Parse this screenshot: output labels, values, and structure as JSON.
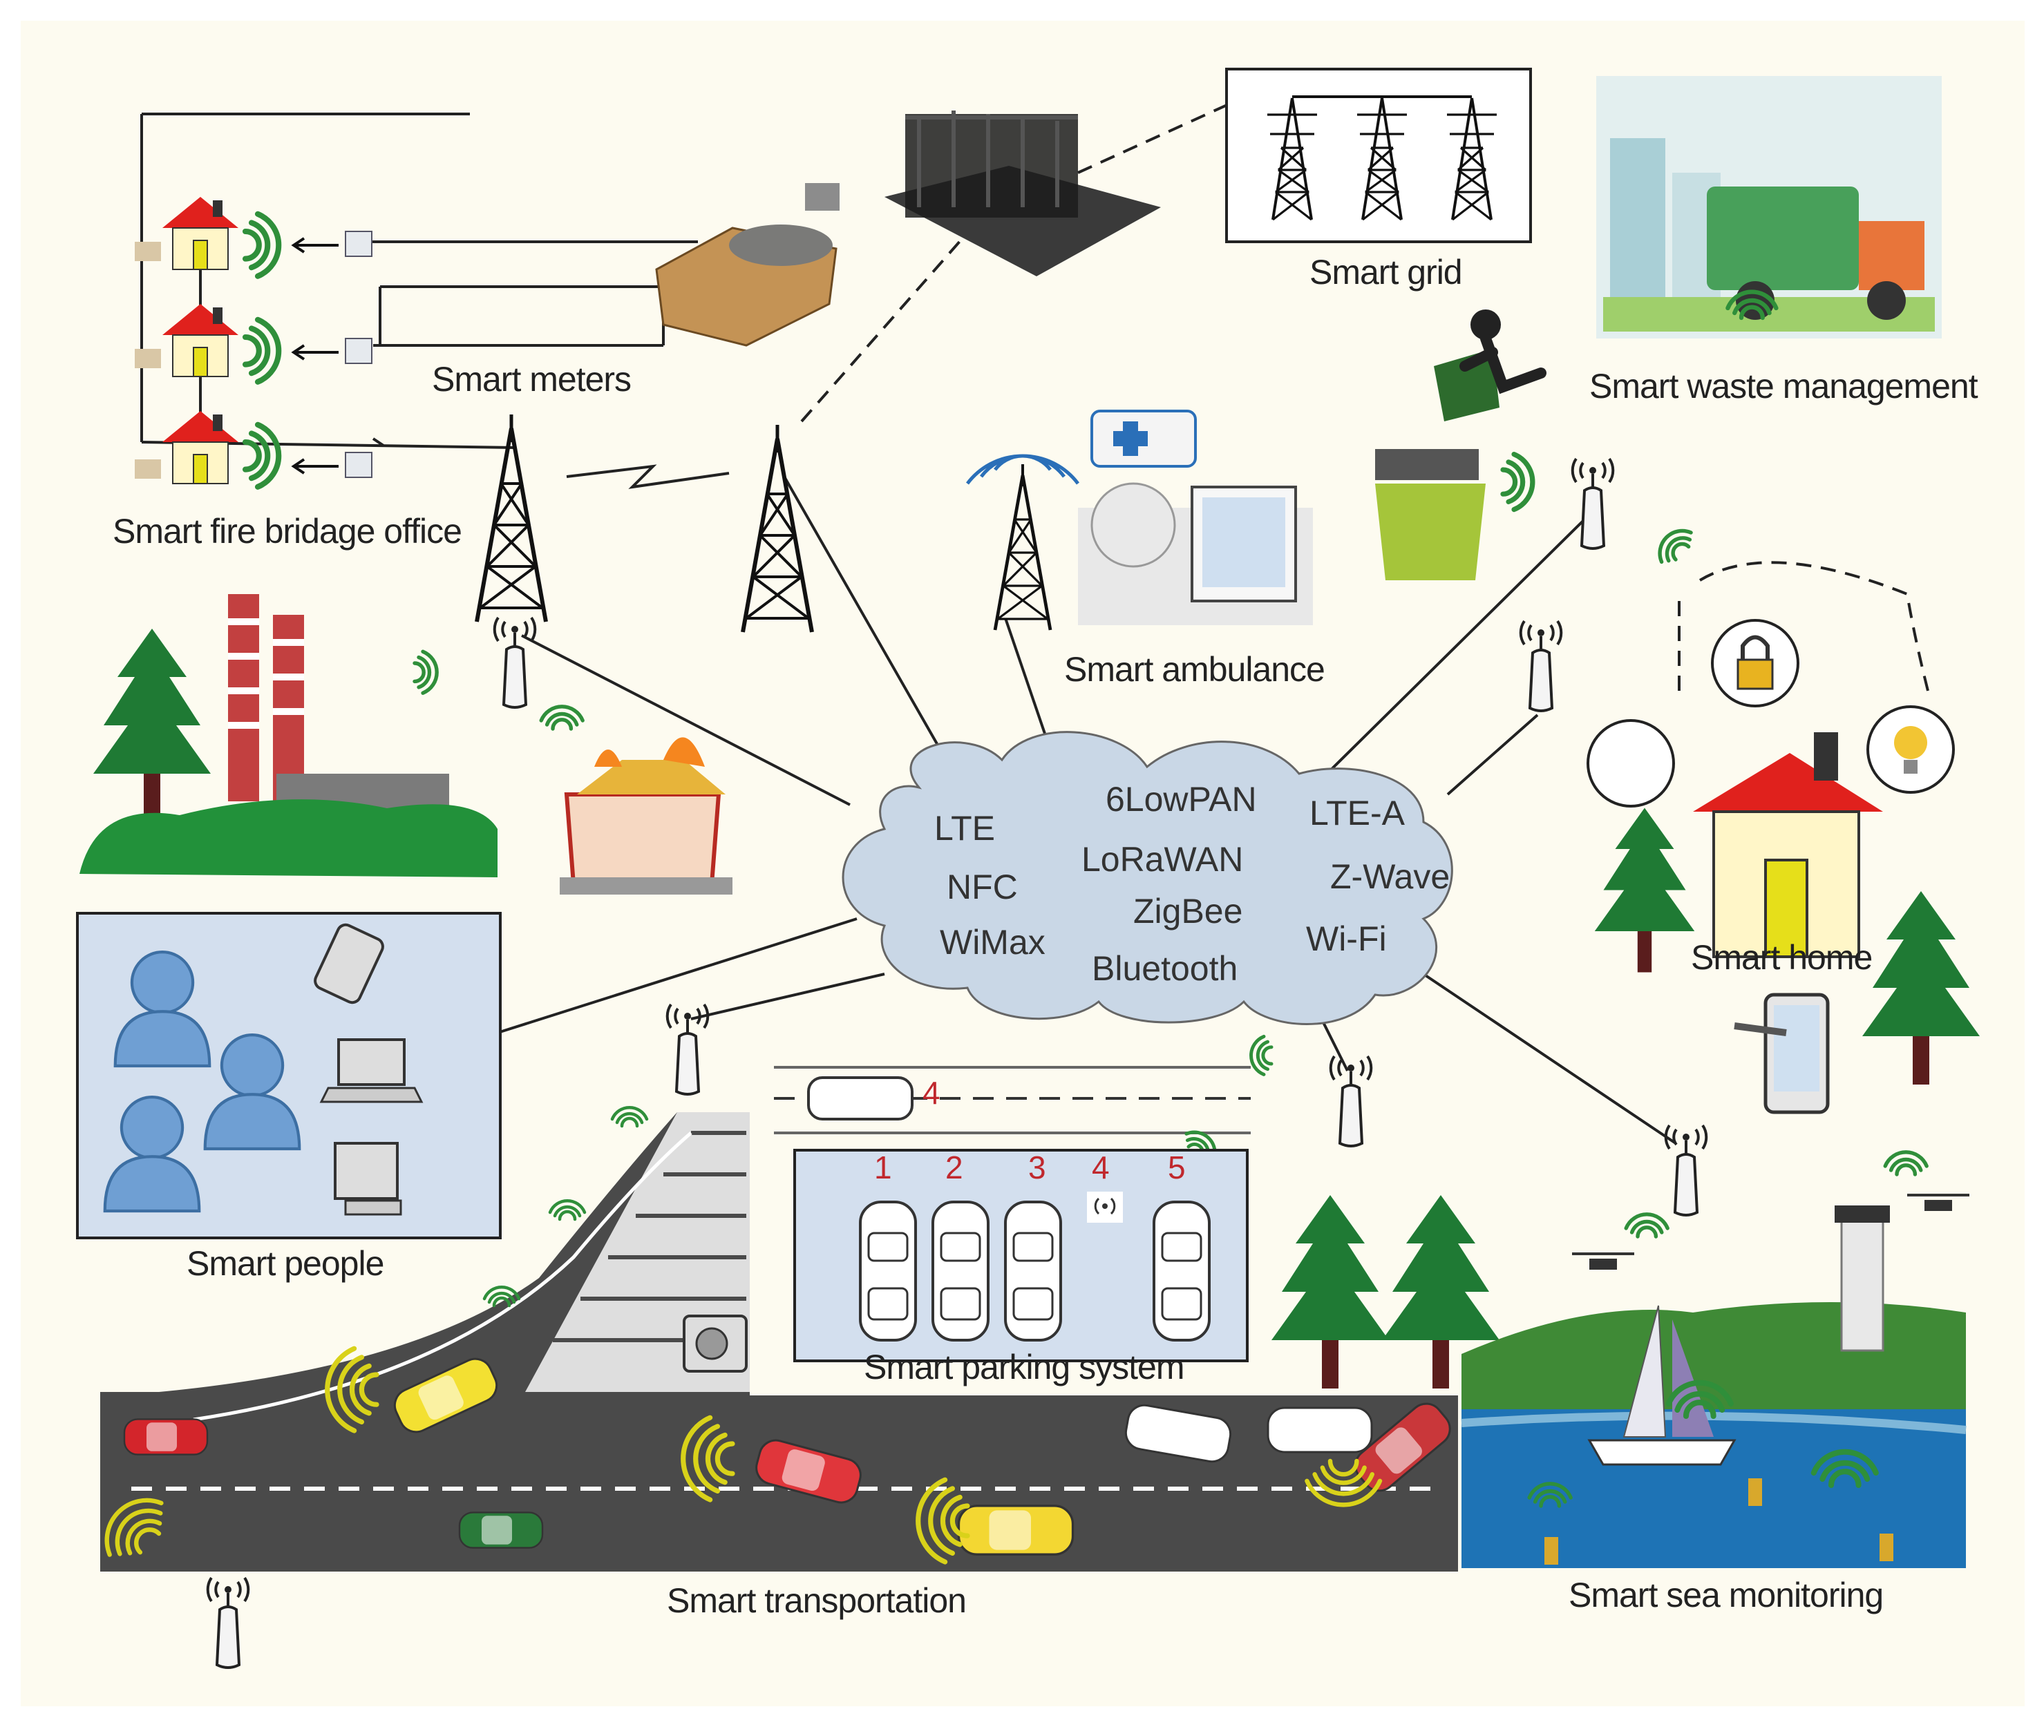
{
  "labels": {
    "smart_meters": "Smart meters",
    "smart_grid": "Smart grid",
    "smart_waste": "Smart waste management",
    "smart_fire": "Smart fire bridage office",
    "smart_ambulance": "Smart ambulance",
    "smart_home": "Smart home",
    "smart_people": "Smart people",
    "smart_parking": "Smart parking system",
    "smart_transport": "Smart transportation",
    "smart_sea": "Smart sea monitoring"
  },
  "protocols": {
    "lte": "LTE",
    "nfc": "NFC",
    "wimax": "WiMax",
    "lowpan": "6LowPAN",
    "lorawan": "LoRaWAN",
    "zigbee": "ZigBee",
    "bluetooth": "Bluetooth",
    "ltea": "LTE-A",
    "zwave": "Z-Wave",
    "wifi": "Wi-Fi"
  },
  "parking": {
    "lane_number": "4",
    "slots": [
      "1",
      "2",
      "3",
      "4",
      "5"
    ]
  },
  "colors": {
    "background": "#fdfbf0",
    "cloud": "#c9d7e6",
    "tree": "#1f7a34",
    "road": "#4a4a4a",
    "roof": "#e0211d",
    "signal_green": "#2f8f3a",
    "signal_yellow": "#d9d21a",
    "panel_blue": "#d3dfee"
  },
  "icons": [
    "antenna-icon",
    "tower-icon",
    "house-icon",
    "tree-icon",
    "factory-icon",
    "fire-house-icon",
    "person-icon",
    "phone-icon",
    "laptop-icon",
    "monitor-icon",
    "car-icon",
    "truck-icon",
    "ambulance-icon",
    "recycle-bin-icon",
    "lock-icon",
    "bulb-icon",
    "tablet-icon",
    "drone-icon",
    "lighthouse-icon",
    "boat-icon",
    "substation-icon",
    "pylon-icon",
    "meter-icon",
    "camera-icon"
  ]
}
